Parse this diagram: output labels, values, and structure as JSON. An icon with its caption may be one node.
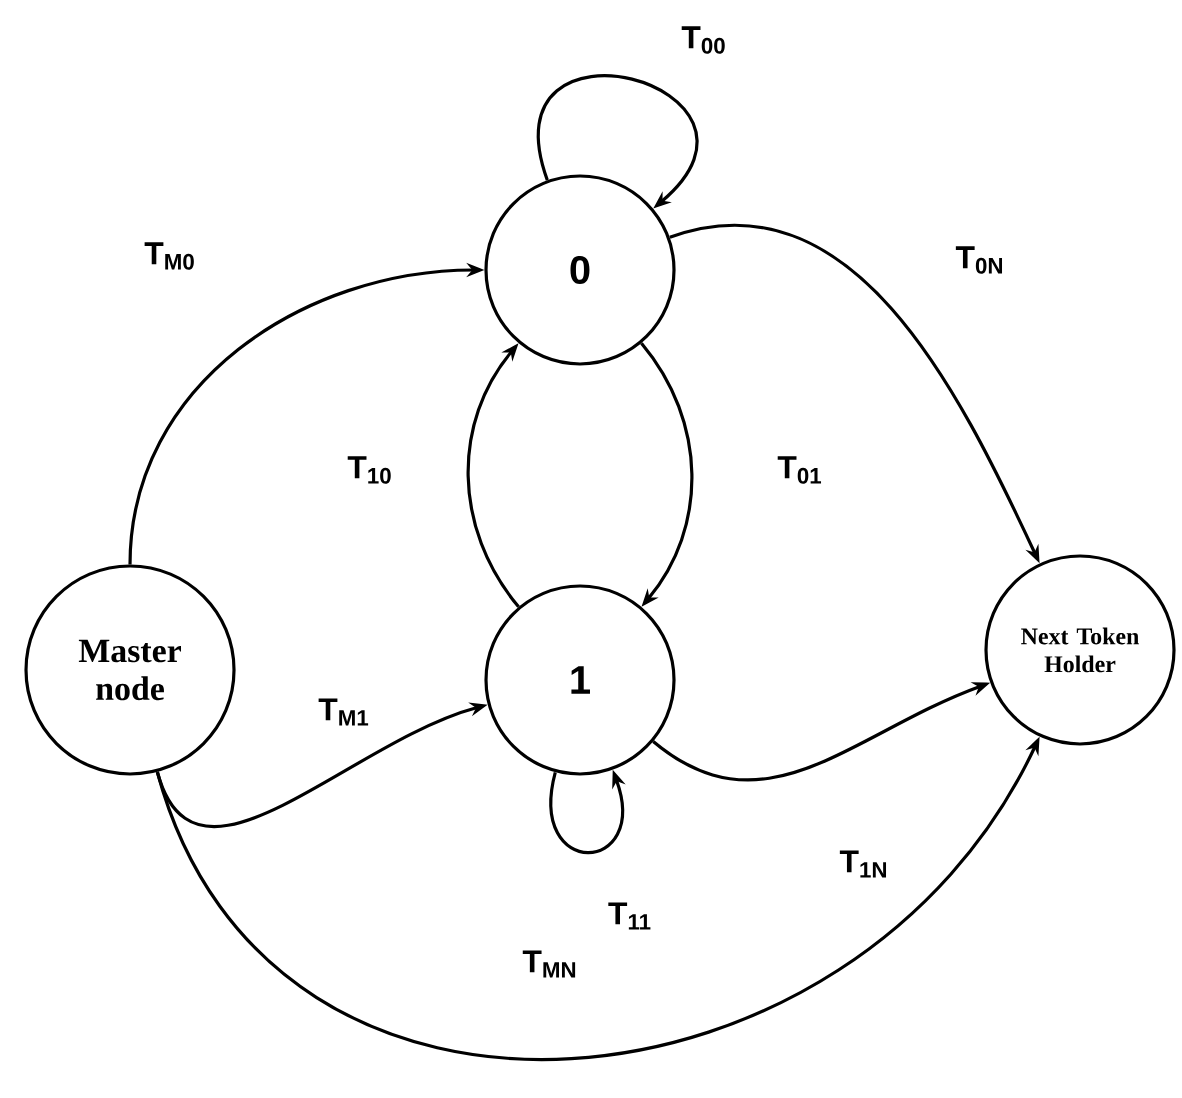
{
  "diagram": {
    "nodes": [
      {
        "text": [
          "0"
        ]
      },
      {
        "text": [
          "1"
        ]
      },
      {
        "text": [
          "Master node"
        ]
      },
      {
        "text": [
          "Next Token Holder"
        ]
      }
    ],
    "edges": [
      {
        "from": 0,
        "to": 0,
        "arrow": "to",
        "label": "T$_{00}$"
      },
      {
        "from": 2,
        "to": 0,
        "arrow": "to",
        "label": "T$_{M0}$"
      },
      {
        "from": 0,
        "to": 3,
        "arrow": "to",
        "label": "T$_{0N}$"
      },
      {
        "from": 1,
        "to": 0,
        "arrow": "to",
        "label": "T$_{10}$"
      },
      {
        "from": 0,
        "to": 1,
        "arrow": "to",
        "label": "T$_{01}$"
      },
      {
        "from": 2,
        "to": 1,
        "arrow": "to",
        "label": "T$_{M1}$"
      },
      {
        "from": 1,
        "to": 3,
        "arrow": "to",
        "label": "T$_{1N}$"
      },
      {
        "from": 1,
        "to": 1,
        "arrow": "to",
        "label": "T$_{11}$"
      },
      {
        "from": 2,
        "to": 3,
        "arrow": "to",
        "label": "T$_{MN}$"
      }
    ]
  }
}
